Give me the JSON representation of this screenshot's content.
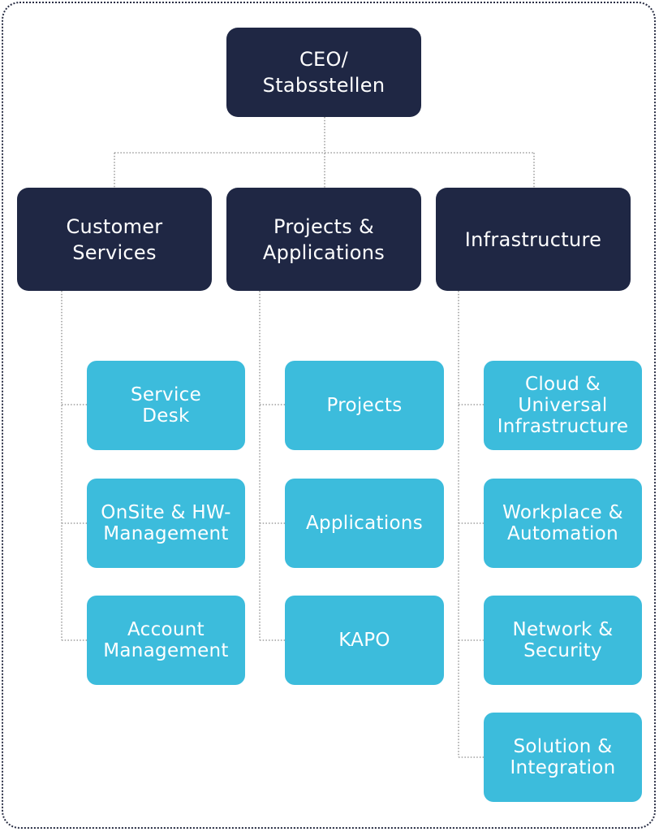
{
  "top": {
    "label": "CEO/\nStabsstellen"
  },
  "departments": [
    {
      "label": "Customer\nServices",
      "units": [
        "Service\nDesk",
        "OnSite & HW-\nManagement",
        "Account\nManagement"
      ]
    },
    {
      "label": "Projects &\nApplications",
      "units": [
        "Projects",
        "Applications",
        "KAPO"
      ]
    },
    {
      "label": "Infrastructure",
      "units": [
        "Cloud &\nUniversal\nInfrastructure",
        "Workplace &\nAutomation",
        "Network &\nSecurity",
        "Solution &\nIntegration"
      ]
    }
  ],
  "colors": {
    "dark_box": "#1f2744",
    "light_box": "#3cbcdc",
    "connector": "#8a8a8a",
    "frame": "#2a2f45"
  }
}
